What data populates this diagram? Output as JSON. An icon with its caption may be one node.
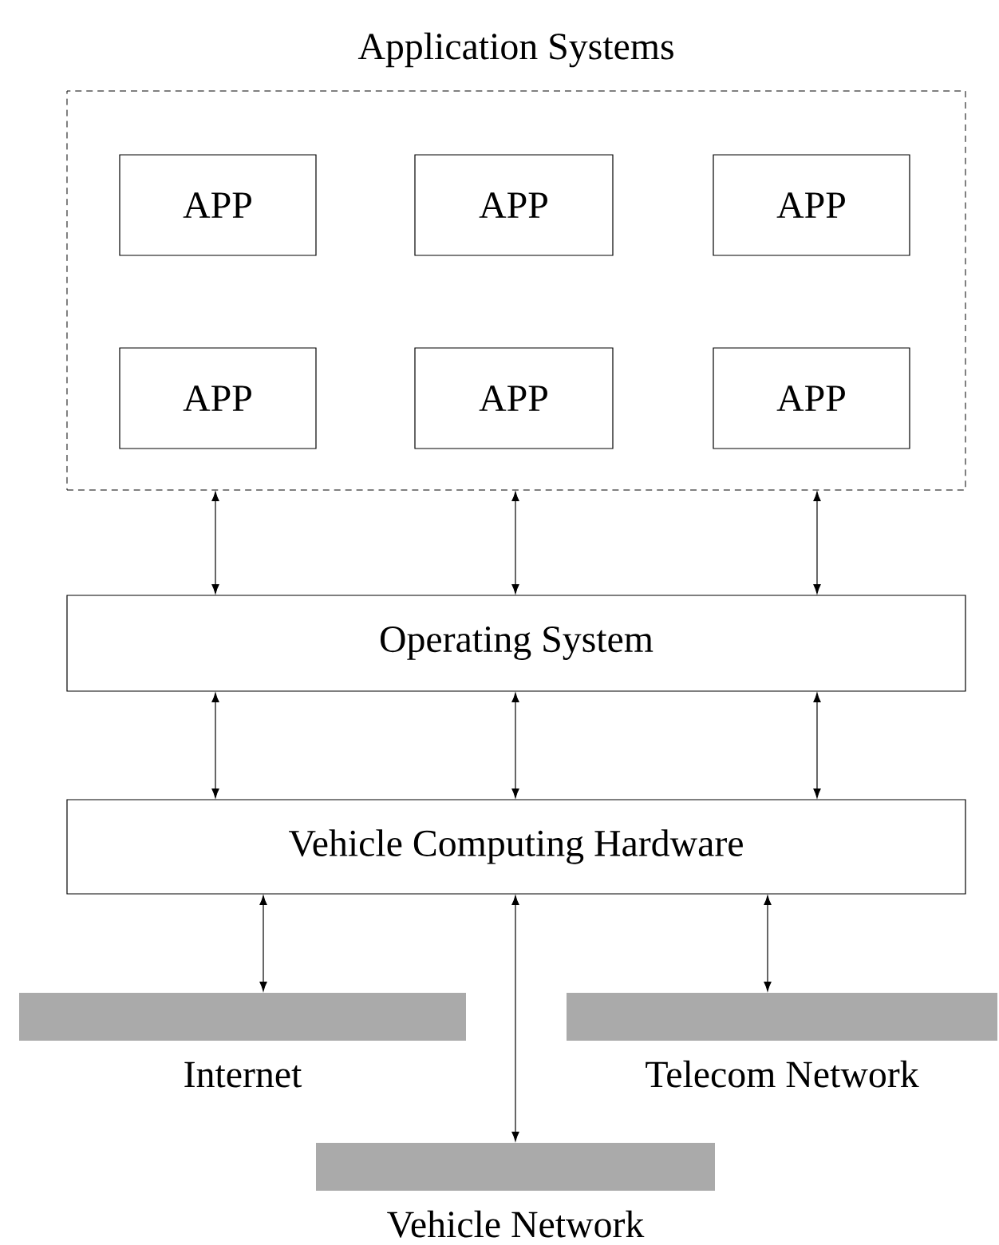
{
  "diagram": {
    "nodes": [
      {
        "text": [
          "Application Systems"
        ]
      },
      {
        "text": [
          "APP"
        ],
        "in": 0
      },
      {
        "text": [
          "APP"
        ],
        "in": 0
      },
      {
        "text": [
          "APP"
        ],
        "in": 0
      },
      {
        "text": [
          "APP"
        ],
        "in": 0
      },
      {
        "text": [
          "APP"
        ],
        "in": 0
      },
      {
        "text": [
          "APP"
        ],
        "in": 0
      },
      {
        "text": [
          "Operating System"
        ]
      },
      {
        "text": [
          "Vehicle Computing Hardware"
        ]
      },
      {
        "text": [
          "Internet"
        ]
      },
      {
        "text": [
          "Telecom Network"
        ]
      },
      {
        "text": [
          "Vehicle Network"
        ]
      }
    ],
    "edges": [
      {
        "from": 0,
        "to": 7,
        "arrow": "both"
      },
      {
        "from": 0,
        "to": 7,
        "arrow": "both"
      },
      {
        "from": 0,
        "to": 7,
        "arrow": "both"
      },
      {
        "from": 7,
        "to": 8,
        "arrow": "both"
      },
      {
        "from": 7,
        "to": 8,
        "arrow": "both"
      },
      {
        "from": 7,
        "to": 8,
        "arrow": "both"
      },
      {
        "from": 8,
        "to": 9,
        "arrow": "both"
      },
      {
        "from": 8,
        "to": 11,
        "arrow": "both"
      },
      {
        "from": 8,
        "to": 10,
        "arrow": "both"
      }
    ]
  }
}
